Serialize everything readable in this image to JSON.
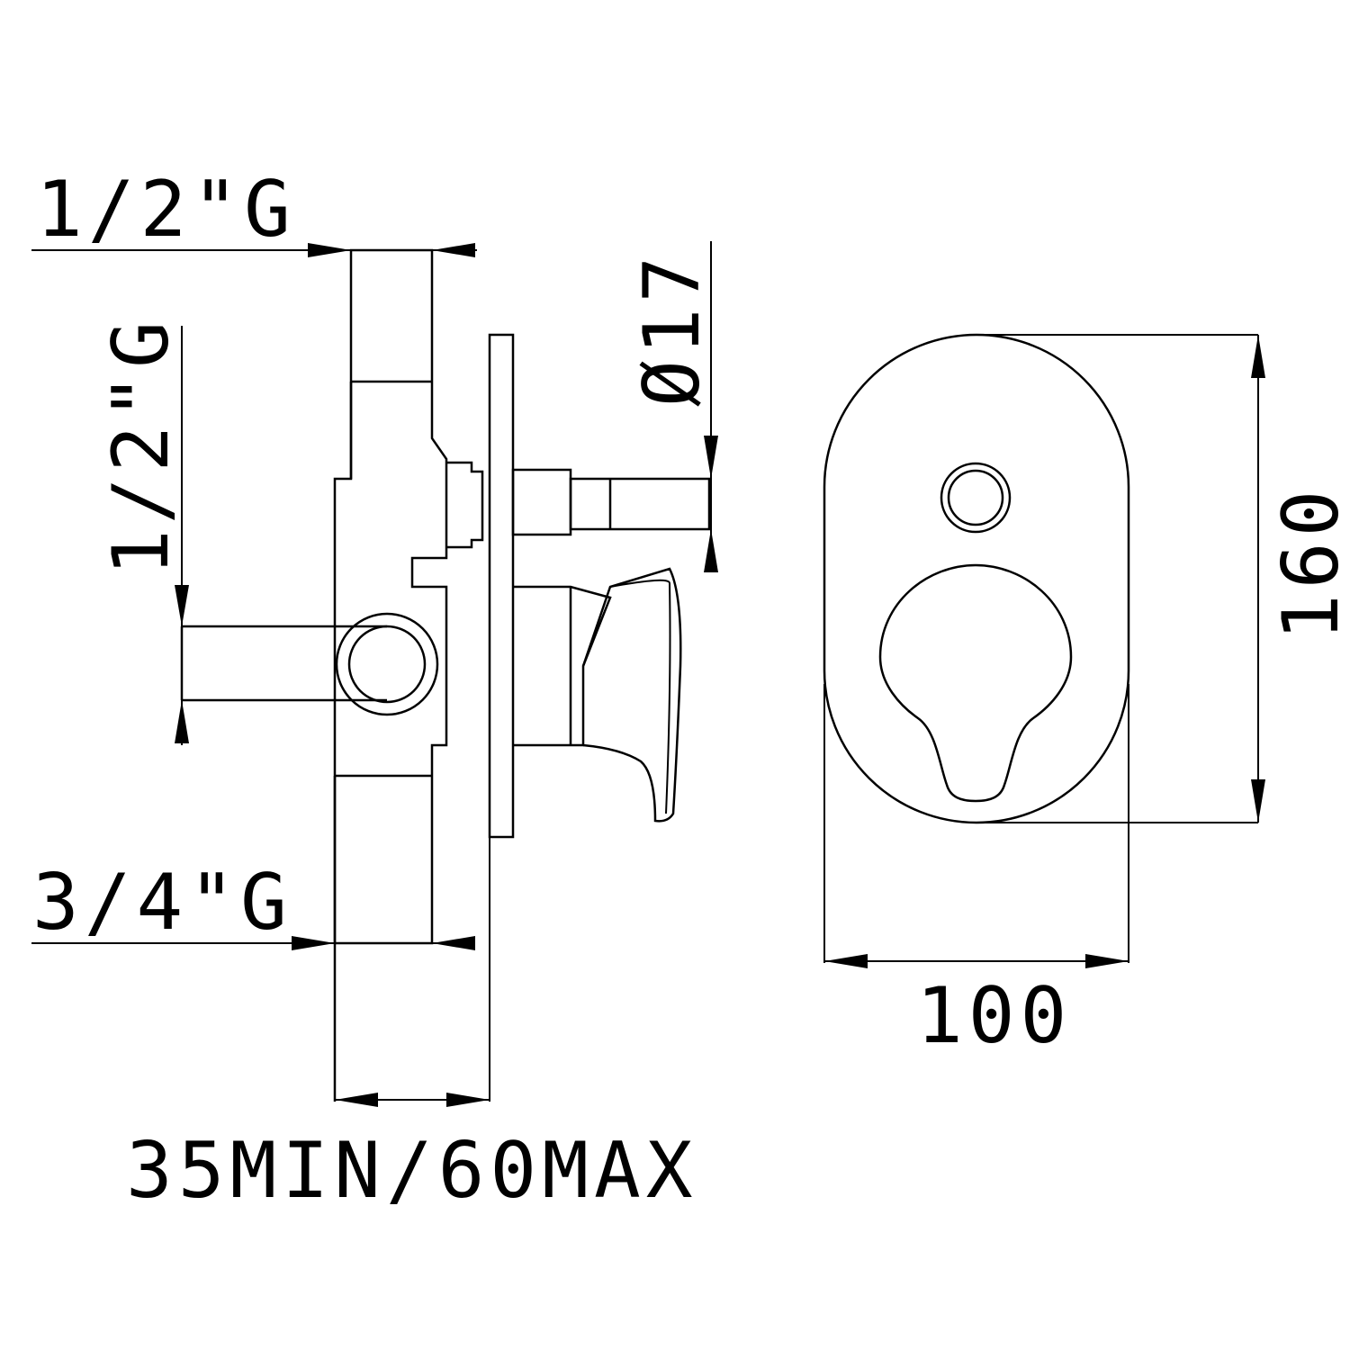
{
  "drawing": {
    "labels": {
      "top_inlet": "1/2\"G",
      "side_inlet": "1/2\"G",
      "outlet": "3/4\"G",
      "depth": "35MIN/60MAX",
      "diameter": "Ø17",
      "height": "160",
      "width": "100"
    }
  }
}
